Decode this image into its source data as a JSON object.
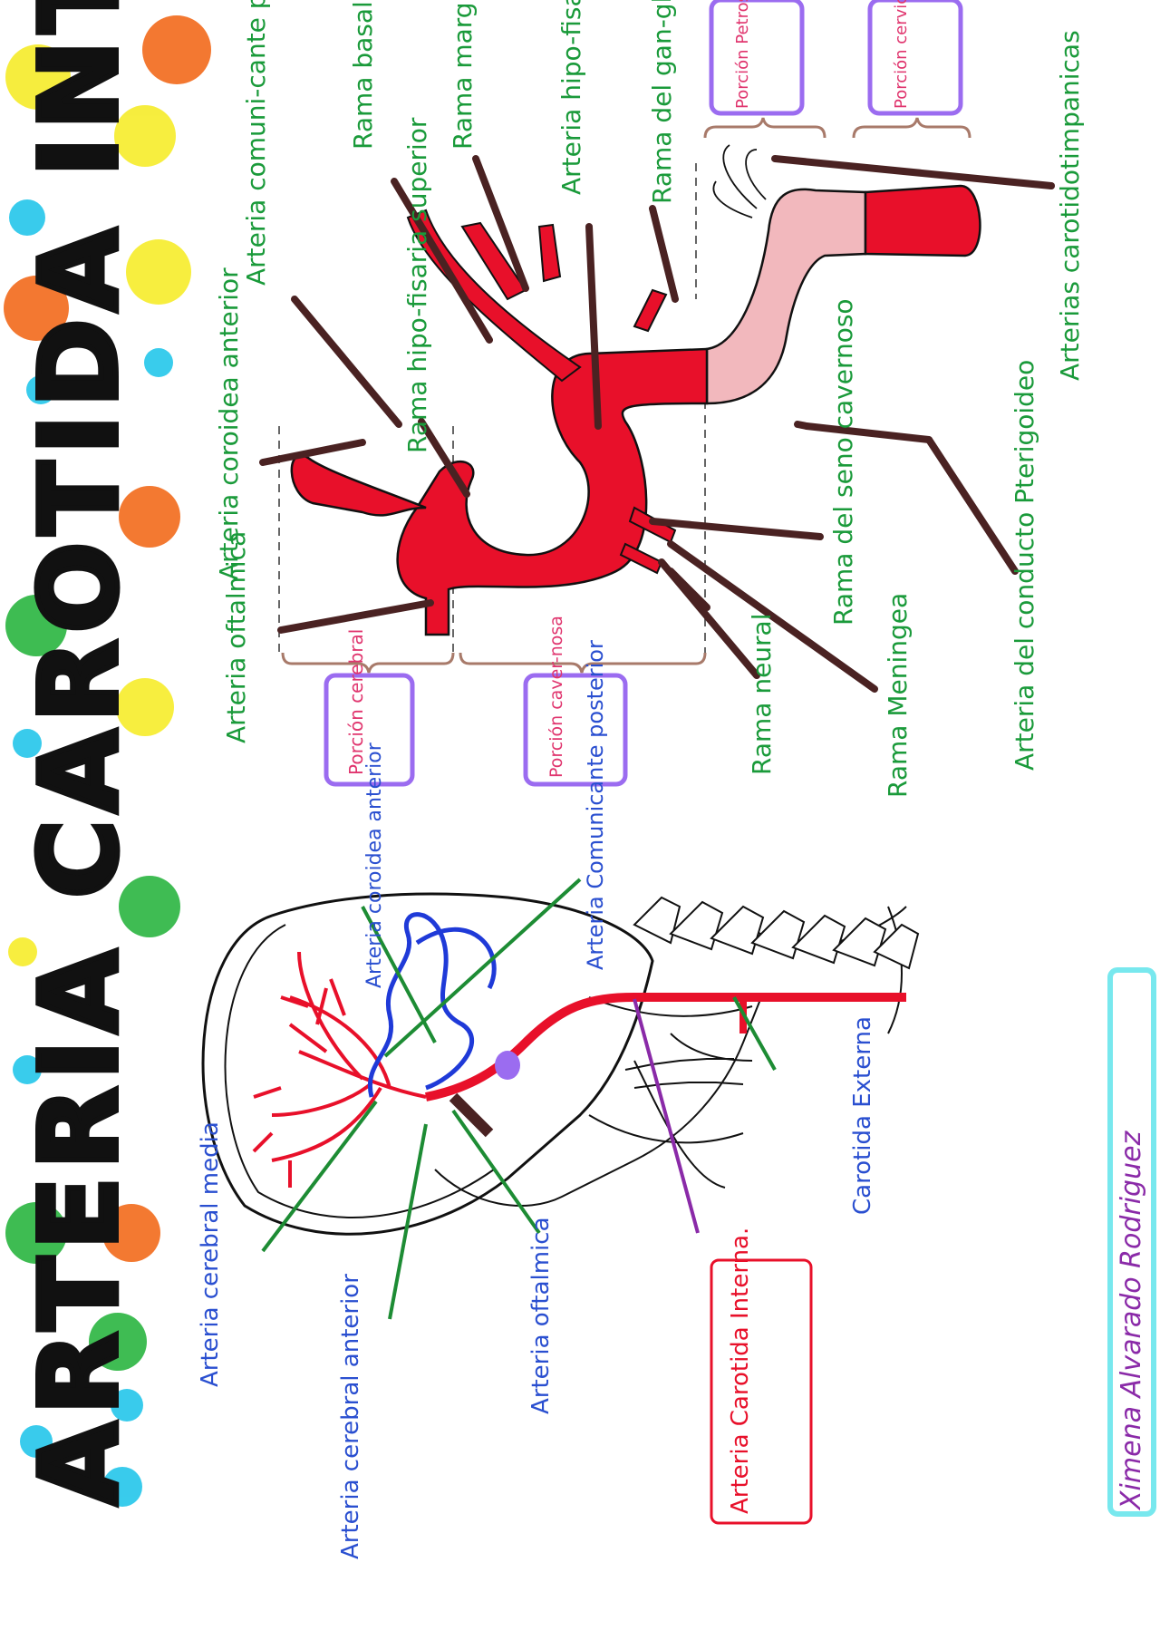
{
  "title": "ARTERIA CAROTIDA INTERNA",
  "author": "Ximena Alvarado Rodriguez",
  "colors": {
    "artery_red": "#e8102a",
    "petrous_pink": "#f2b8bd",
    "label_green": "#1a9a3a",
    "label_blue": "#2a4fd0",
    "leader_brown": "#4a2222",
    "box_purple": "#9b6cf0",
    "box_pink_text": "#e0356e",
    "signature_purple": "#8a2aa8",
    "signature_border": "#78e8ee",
    "skull_blue": "#1f3ad8",
    "skull_green": "#1d8c34"
  },
  "segments": {
    "cerebral": "Porción cerebral",
    "cavernous": "Porción caver-nosa",
    "petrous": "Porción Petrosa",
    "cervical": "Porción cervical"
  },
  "branches": {
    "ophthalmic": "Arteria oftalmica",
    "ant_choroidal": "Arteria coroidea anterior",
    "post_communicating": "Arteria comuni-cante posterior",
    "sup_hypophyseal": "Rama hipo-fisaria superior",
    "basal_tentorium": "Rama basal del tentorio",
    "marginal_tentorium": "Rama marginal del tentorio",
    "inf_hypophyseal": "Arteria hipo-fisaria inferior",
    "trigeminal": "Rama del gan-glio del trigemino",
    "caroticotympanic": "Arterias carotidotimpanicas",
    "cavernous_sinus": "Rama del seno cavernoso",
    "pterygoid": "Arteria del conducto Pterigoideo",
    "meningeal": "Rama Meningea",
    "neural": "Rama neural"
  },
  "skull_labels": {
    "mca": "Arteria cerebral media",
    "aca": "Arteria cerebral anterior",
    "ophthalmic": "Arteria oftalmica",
    "ica": "Arteria Carotida Interna.",
    "eca": "Carotida Externa",
    "post_comm": "Arteria Comunicante posterior",
    "ant_choroidal": "Arteria coroidea anterior"
  }
}
